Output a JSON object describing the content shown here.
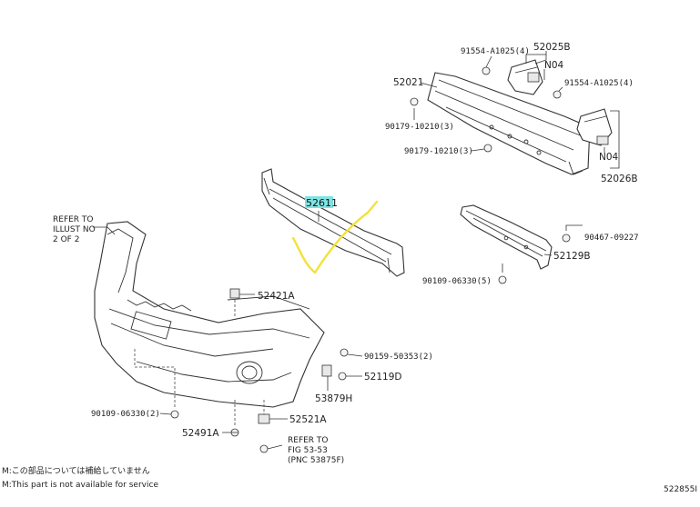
{
  "title_highlight": {
    "label": "52611",
    "highlight_color": "#7fe3e3"
  },
  "callouts": {
    "c91554_top": "91554-A1025(4)",
    "c52025B": "52025B",
    "cN04_top": "N04",
    "c52021": "52021",
    "c91554_right": "91554-A1025(4)",
    "c90179_left": "90179-10210(3)",
    "c90179_mid": "90179-10210(3)",
    "cN04_bottom": "N04",
    "c52026B": "52026B",
    "c90467": "90467-09227",
    "c52129B": "52129B",
    "c90109_right": "90109-06330(5)",
    "c52421A": "52421A",
    "c90159": "90159-50353(2)",
    "c52119D": "52119D",
    "c53879H": "53879H",
    "c90109_left": "90109-06330(2)",
    "c52491A": "52491A",
    "c52521A": "52521A"
  },
  "refer_illust": {
    "line1": "REFER TO",
    "line2": "ILLUST NO",
    "line3": "2 OF 2"
  },
  "refer_fig": {
    "line1": "REFER TO",
    "line2": "FIG 53-53",
    "line3": "(PNC 53875F)"
  },
  "footer": {
    "note_jp": "M:この部品については補給していません",
    "note_en": "M:This part is not available for service",
    "diagram_id": "522855I"
  },
  "annotation": {
    "color": "#f2e23a",
    "shape": "checkmark"
  }
}
